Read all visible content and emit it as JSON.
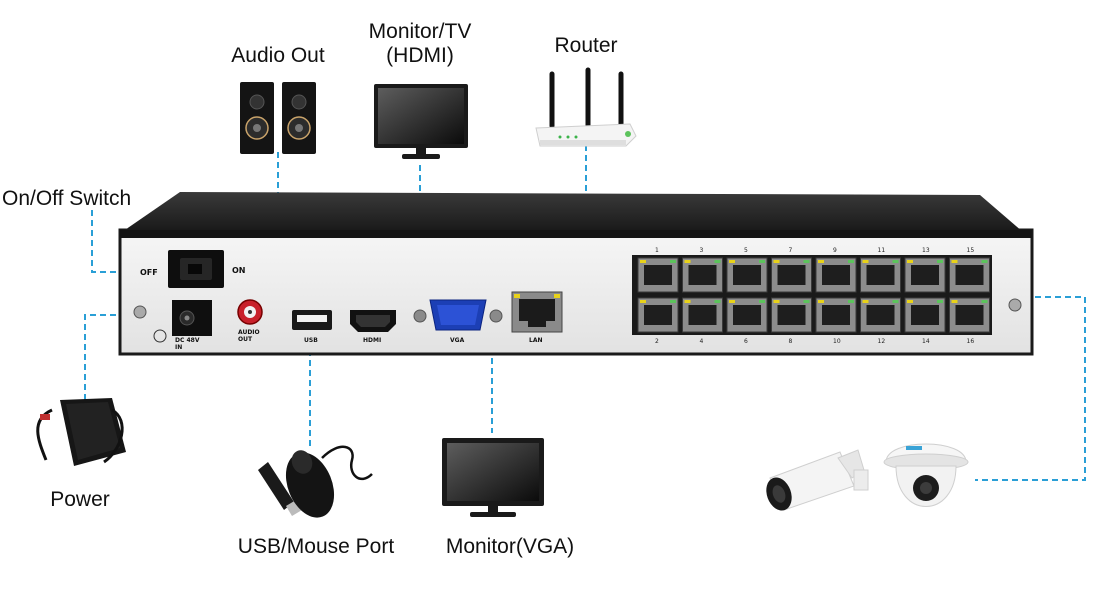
{
  "labels": {
    "audio_out": "Audio Out",
    "monitor_hdmi": "Monitor/TV\n(HDMI)",
    "router": "Router",
    "on_off_switch": "On/Off Switch",
    "power": "Power",
    "usb_mouse": "USB/Mouse Port",
    "monitor_vga": "Monitor(VGA)"
  },
  "panel": {
    "off": "OFF",
    "on": "ON",
    "dc_in": "DC 48V\nIN",
    "audio_out": "AUDIO\nOUT",
    "usb": "USB",
    "hdmi": "HDMI",
    "vga": "VGA",
    "lan": "LAN",
    "top_ports": [
      "1",
      "3",
      "5",
      "7",
      "9",
      "11",
      "13",
      "15"
    ],
    "bottom_ports": [
      "2",
      "4",
      "6",
      "8",
      "10",
      "12",
      "14",
      "16"
    ]
  },
  "colors": {
    "connector_line": "#2a9fd6",
    "device_body": "#1b1b1b",
    "panel_face": "#efefef"
  }
}
